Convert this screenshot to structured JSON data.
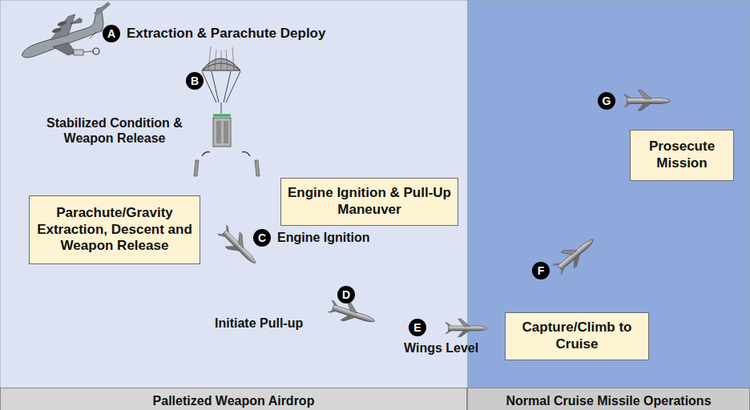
{
  "diagram": {
    "nodes": [
      {
        "text": [
          "Parachute/Gravity Extraction, Descent and Weapon Release"
        ]
      },
      {
        "text": [
          "Engine Ignition & Pull-Up Maneuver"
        ]
      },
      {
        "text": [
          "Capture/Climb to Cruise"
        ]
      },
      {
        "text": [
          "Prosecute Mission"
        ]
      },
      {
        "text": [
          "Palletized Weapon Airdrop"
        ]
      },
      {
        "text": [
          "Normal Cruise Missile Operations"
        ]
      }
    ],
    "edges": [],
    "labels": [
      "A",
      "Extraction & Parachute Deploy",
      "B",
      "Stabilized Condition & Weapon Release",
      "C",
      "Engine Ignition",
      "D",
      "Initiate Pull-up",
      "E",
      "Wings Level",
      "F",
      "G"
    ]
  }
}
